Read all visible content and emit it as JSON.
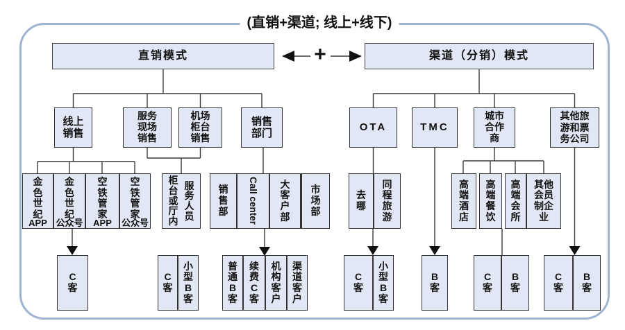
{
  "colors": {
    "box_fill": "#e1e7f4",
    "box_border": "#333333",
    "frame_border": "#9db3ce",
    "line": "#3a3a3a",
    "text": "#111111"
  },
  "title": "(直销+渠道; 线上+线下)",
  "plus_symbol": "+",
  "l1": {
    "direct": "直销模式",
    "channel": "渠道（分销）模式"
  },
  "l2": {
    "online": "线上\n销售",
    "service_field": "服务\n现场\n销售",
    "airport_counter": "机场\n柜台\n销售",
    "sales_dept": "销售\n部门",
    "ota": "OTA",
    "tmc": "TMC",
    "city_partner": "城市\n合作\n商",
    "other_travel": "其他旅\n游和票\n务公司"
  },
  "l3": {
    "online_children": [
      {
        "label": "金\n色\n世\n纪",
        "sub": "APP"
      },
      {
        "label": "金\n色\n世\n纪",
        "sub": "公众号"
      },
      {
        "label": "空\n铁\n管\n家",
        "sub": "APP"
      },
      {
        "label": "空\n铁\n管\n家",
        "sub": "公众号"
      }
    ],
    "service_box": {
      "col1": "柜\n台\n或\n厅\n内",
      "col2": "服\n务\n人\n员"
    },
    "sales_children": {
      "a": "销\n售\n部",
      "b": "Call center",
      "c": "大\n客\n户\n部",
      "d": "市\n场\n部"
    },
    "ota_children": {
      "a": "去\n哪",
      "b": "同\n程\n旅\n游"
    },
    "city_children": {
      "a": "高\n端\n酒\n店",
      "b": "高\n端\n餐\n饮",
      "c": "高\n端\n会\n所",
      "d": "其他\n会员\n制企\n业"
    }
  },
  "l4": {
    "online_c": "C\n客",
    "service_pair": {
      "a": "C\n客",
      "b": "小\n型\nB\n客"
    },
    "sales_group": {
      "a": "普\n通\nB\n客",
      "b": "续\n费\nC\n客",
      "c": "机\n构\n客\n户",
      "d": "渠\n道\n客\n户"
    },
    "ota_pair": {
      "a": "C\n客",
      "b": "小\n型\nB\n客"
    },
    "tmc_b": "B\n客",
    "city_pair": {
      "a": "C\n客",
      "b": "B\n客"
    },
    "other_pair": {
      "a": "C\n客",
      "b": "B\n客"
    }
  }
}
